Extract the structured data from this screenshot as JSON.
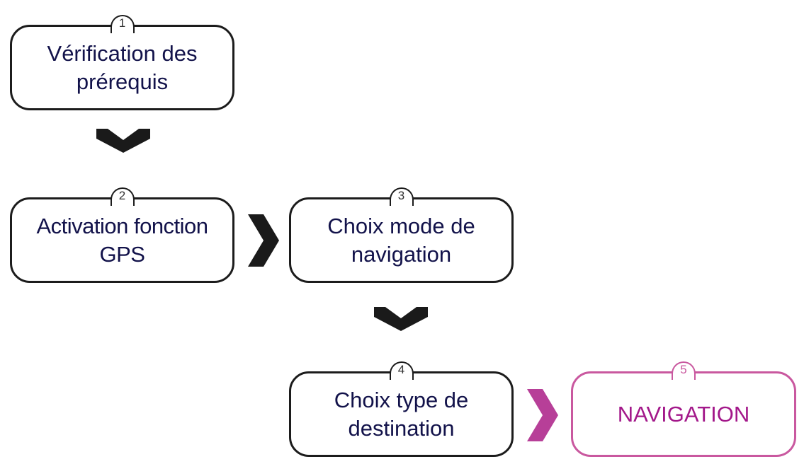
{
  "steps": [
    {
      "number": "1",
      "label": "Vérification des prérequis"
    },
    {
      "number": "2",
      "label": "Activation fonction GPS"
    },
    {
      "number": "3",
      "label": "Choix mode de navigation"
    },
    {
      "number": "4",
      "label": "Choix type de destination"
    },
    {
      "number": "5",
      "label": "NAVIGATION"
    }
  ],
  "colors": {
    "text": "#12124a",
    "border": "#1c1c1c",
    "arrow": "#1a1a1a",
    "highlight": "#a3188a",
    "highlight_border": "#c9589f",
    "highlight_arrow": "#b73f98"
  },
  "icons": {
    "down": "chevron-down-icon",
    "right": "chevron-right-icon"
  }
}
